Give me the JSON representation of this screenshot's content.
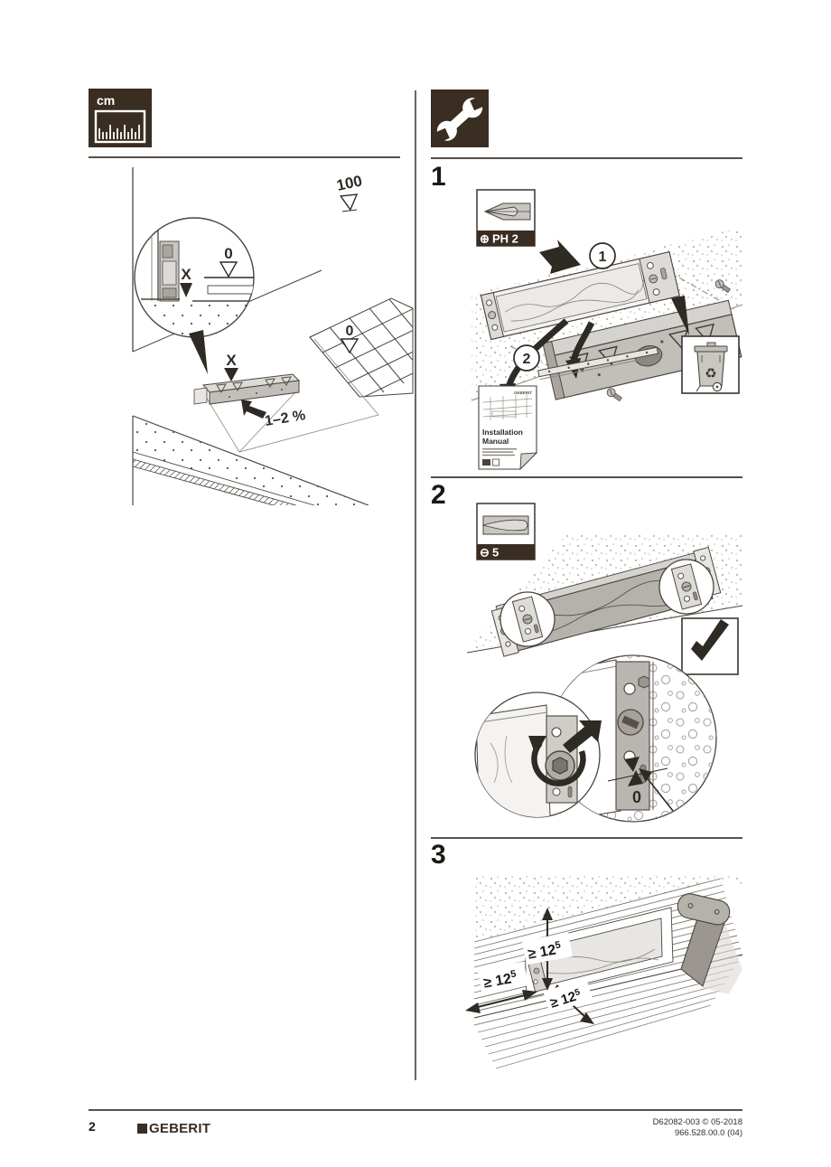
{
  "header": {
    "units_badge": "cm"
  },
  "overview_figure": {
    "datum_100": "100",
    "tiles_zero": "0",
    "detail_zero": "0",
    "detail_x": "X",
    "channel_x": "X",
    "slope": "1–2 %"
  },
  "steps": [
    {
      "number": "1",
      "bit": {
        "symbol": "⊕",
        "label": "PH 2"
      },
      "callouts": {
        "remove_cover": "1",
        "keep_parts": "2"
      },
      "manual": {
        "brand": "GEBERIT",
        "title_line1": "Installation",
        "title_line2": "Manual"
      }
    },
    {
      "number": "2",
      "bit": {
        "symbol": "⊖",
        "label": "5"
      },
      "zero_label": "0"
    },
    {
      "number": "3",
      "dims": [
        {
          "main": "≥ 12",
          "sup": "5"
        },
        {
          "main": "≥ 12",
          "sup": "5"
        },
        {
          "main": "≥ 12",
          "sup": "5"
        }
      ]
    }
  ],
  "icons": {
    "units": "ruler-icon",
    "tools": "wrench-icon",
    "dispose": "recycle-bin-icon",
    "recycle_glyph": "♻",
    "ok": "checkmark-icon"
  },
  "footer": {
    "page_number": "2",
    "brand": "GEBERIT",
    "ref_line1": "D62082-003 © 05-2018",
    "ref_line2": "966.528.00.0 (04)"
  },
  "colors": {
    "ink": "#3a2d22",
    "line": "#4a453e",
    "fill_gray": "#c2bfba"
  }
}
